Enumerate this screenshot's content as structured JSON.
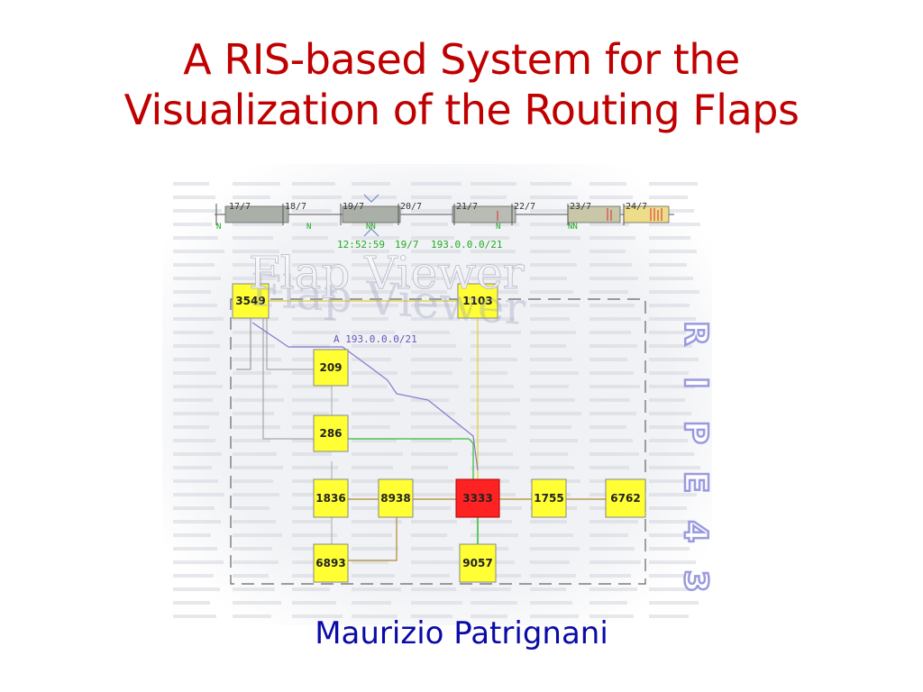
{
  "slide": {
    "title_line1": "A RIS-based System for the",
    "title_line2": "Visualization of the Routing Flaps",
    "author": "Maurizio Patrignani"
  },
  "viewer": {
    "watermark": "Flap Viewer",
    "side_label": "RIPE 43",
    "timeline": {
      "dates": [
        "17/7",
        "18/7",
        "19/7",
        "20/7",
        "21/7",
        "22/7",
        "23/7",
        "24/7"
      ],
      "markers": [
        "N",
        "N",
        "NN",
        "N",
        "NN"
      ],
      "status_time": "12:52:59",
      "status_date": "19/7",
      "status_prefix": "193.0.0.0/21"
    },
    "route_label": "A 193.0.0.0/21",
    "nodes": [
      {
        "id": "n3549",
        "label": "3549",
        "state": "normal"
      },
      {
        "id": "n1103",
        "label": "1103",
        "state": "normal"
      },
      {
        "id": "n209",
        "label": "209",
        "state": "normal"
      },
      {
        "id": "n286",
        "label": "286",
        "state": "normal"
      },
      {
        "id": "n1836",
        "label": "1836",
        "state": "normal"
      },
      {
        "id": "n8938",
        "label": "8938",
        "state": "normal"
      },
      {
        "id": "n3333",
        "label": "3333",
        "state": "highlight"
      },
      {
        "id": "n1755",
        "label": "1755",
        "state": "normal"
      },
      {
        "id": "n6762",
        "label": "6762",
        "state": "normal"
      },
      {
        "id": "n6893",
        "label": "6893",
        "state": "normal"
      },
      {
        "id": "n9057",
        "label": "9057",
        "state": "normal"
      }
    ],
    "colors": {
      "node_fill": "#ffff33",
      "node_highlight": "#ff2222",
      "edge_green": "#33bb33",
      "edge_purple": "#8877cc",
      "edge_brown": "#b08a30",
      "edge_yellow": "#e0d030",
      "edge_gray": "#999999",
      "timeline_bar": "#aab0a8"
    }
  }
}
